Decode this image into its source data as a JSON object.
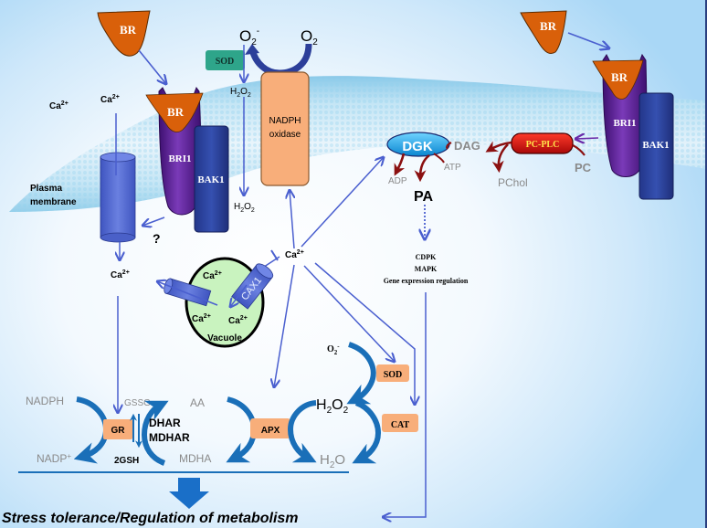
{
  "diagram": {
    "title": "Brassinosteroid (BR) signaling, Ca2+ and ROS pathways leading to stress tolerance",
    "colors": {
      "br_orange": "#d9600a",
      "bri1_purple": "#5a2390",
      "bak1_blue": "#2c43a0",
      "arrow_blue": "#4a5fcf",
      "enzyme_orange": "#f8ae7a",
      "sod_green": "#2ea58a",
      "dgk_cyan": "#1e9fe0",
      "pcplc_red": "#d41010",
      "dark_red": "#8b1010",
      "cycle_blue": "#1a6fb8",
      "vacuole_green": "#c9f3bf",
      "gray_text": "#8a8a8a"
    },
    "left_receptor": {
      "br_free": "BR",
      "br_bound": "BR",
      "bri1": "BRI1",
      "bak1": "BAK1"
    },
    "right_receptor": {
      "br_free": "BR",
      "br_bound": "BR",
      "bri1": "BRI1",
      "bak1": "BAK1"
    },
    "calcium": {
      "ext_1": "Ca",
      "ext_2": "Ca",
      "cyt_left": "Ca",
      "cyt_center": "Ca",
      "vac_1": "Ca",
      "vac_2": "Ca",
      "vac_3": "Ca",
      "charge": "2+"
    },
    "membrane_label_1": "Plasma",
    "membrane_label_2": "membrane",
    "question_mark": "?",
    "ros_top": {
      "superoxide": "O",
      "superoxide_sub": "2",
      "superoxide_sup": "-",
      "oxygen": "O",
      "oxygen_sub": "2",
      "sod": "SOD",
      "h2o2_a": "H",
      "h2o2_sub": "2",
      "h2o2_b": "O",
      "nadph_oxidase_1": "NADPH",
      "nadph_oxidase_2": "oxidase"
    },
    "vacuole": {
      "label": "Vacuole",
      "transporter": "CAX1"
    },
    "pc_plc_pathway": {
      "dgk": "DGK",
      "dag": "DAG",
      "atp": "ATP",
      "adp": "ADP",
      "pa": "PA",
      "pc_plc": "PC-PLC",
      "pc": "PC",
      "pchol": "PChol",
      "downstream": [
        "CDPK",
        "MAPK",
        "Gene expression regulation"
      ]
    },
    "antioxidant_cycle": {
      "nadph": "NADPH",
      "nadp": "NADP",
      "nadp_sup": "+",
      "gr": "GR",
      "gssg": "GSSG",
      "gsh": "2GSH",
      "dhar": "DHAR",
      "mdhar": "MDHAR",
      "aa": "AA",
      "mdha": "MDHA",
      "apx": "APX",
      "h2o2": "H",
      "h2o2_sub": "2",
      "h2o2_b": "O",
      "h2o": "H",
      "h2o_sub": "2",
      "h2o_b": "O",
      "o2": "O",
      "o2_sub": "2",
      "o2_sup": "-",
      "sod": "SOD",
      "cat": "CAT"
    },
    "outcome": "Stress tolerance/Regulation of metabolism"
  }
}
